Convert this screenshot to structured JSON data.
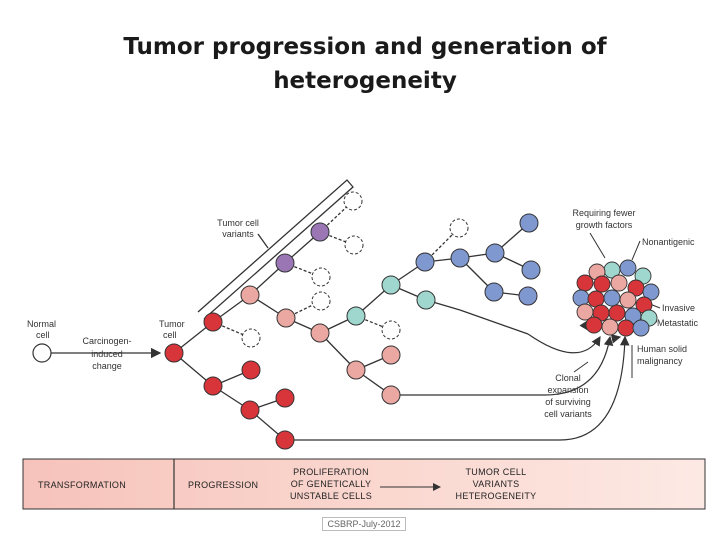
{
  "title": {
    "line1": "Tumor progression and generation of",
    "line2": "heterogeneity"
  },
  "labels": {
    "tumor_cell_variants": [
      "Tumor cell",
      "variants"
    ],
    "normal_cell": [
      "Normal",
      "cell"
    ],
    "carcinogen": [
      "Carcinogen-",
      "induced",
      "change"
    ],
    "tumor_cell": [
      "Tumor",
      "cell"
    ],
    "requiring_fewer": [
      "Requiring fewer",
      "growth factors"
    ],
    "nonantigenic": "Nonantigenic",
    "invasive": "Invasive",
    "metastatic": "Metastatic",
    "human_solid": [
      "Human solid",
      "malignancy"
    ],
    "clonal_expansion": [
      "Clonal",
      "expansion",
      "of surviving",
      "cell variants"
    ]
  },
  "band": {
    "transformation": "TRANSFORMATION",
    "progression": "PROGRESSION",
    "proliferation": [
      "PROLIFERATION",
      "OF GENETICALLY",
      "UNSTABLE CELLS"
    ],
    "heterogeneity": [
      "TUMOR CELL",
      "VARIANTS",
      "HETEROGENEITY"
    ]
  },
  "footer": "CSBRP-July-2012",
  "colors": {
    "red": "#d8353b",
    "pink": "#eba7a1",
    "purple": "#9a77b4",
    "teal": "#9fd6cd",
    "blue": "#8098d0",
    "band_left": "#f7c6be",
    "band_right": "#fbe2dc"
  }
}
